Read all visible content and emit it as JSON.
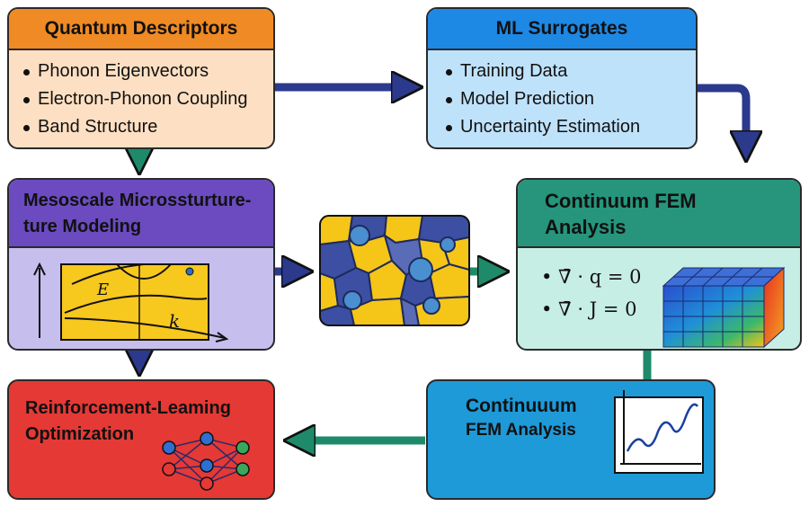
{
  "boxes": {
    "quantum": {
      "title": "Quantum Descriptors",
      "items": [
        "Phonon Eigenvectors",
        "Electron-Phonon Coupling",
        "Band Structure"
      ],
      "header_color": "#f08a24",
      "body_color": "#fde0c3"
    },
    "ml": {
      "title": "ML Surrogates",
      "items": [
        "Training Data",
        "Model Prediction",
        "Uncertainty Estimation"
      ],
      "header_color": "#1e88e5",
      "body_color": "#bfe2fb"
    },
    "mesoscale": {
      "title_line1": "Mesoscale Microssturture-",
      "title_line2": "ture Modeling",
      "plot_energy_label": "E",
      "plot_k_label": "k",
      "header_color": "#6b4bbf",
      "body_color": "#c6bfee"
    },
    "fem": {
      "title_line1": "Continuum FEM",
      "title_line2": "Analysis",
      "equations": [
        "• ∇̄ · q = 0",
        "• ∇̄ · J = 0"
      ],
      "header_color": "#26957c",
      "body_color": "#c7eee4"
    },
    "rl": {
      "title_line1": "Reinforcement-Leaming",
      "title_line2": "Optimization",
      "color": "#e53935"
    },
    "fem2": {
      "title_line1": "Continuuum",
      "title_line2": "FEM Analysis",
      "color": "#1e9ad8"
    }
  },
  "icons": {
    "microstructure": "voronoi-microstructure-icon",
    "mesh": "fem-mesh-cube-icon",
    "network": "neural-network-icon",
    "plot": "line-plot-icon"
  },
  "arrow_colors": {
    "navy": "#2b3a8c",
    "teal": "#1f8a6a"
  }
}
